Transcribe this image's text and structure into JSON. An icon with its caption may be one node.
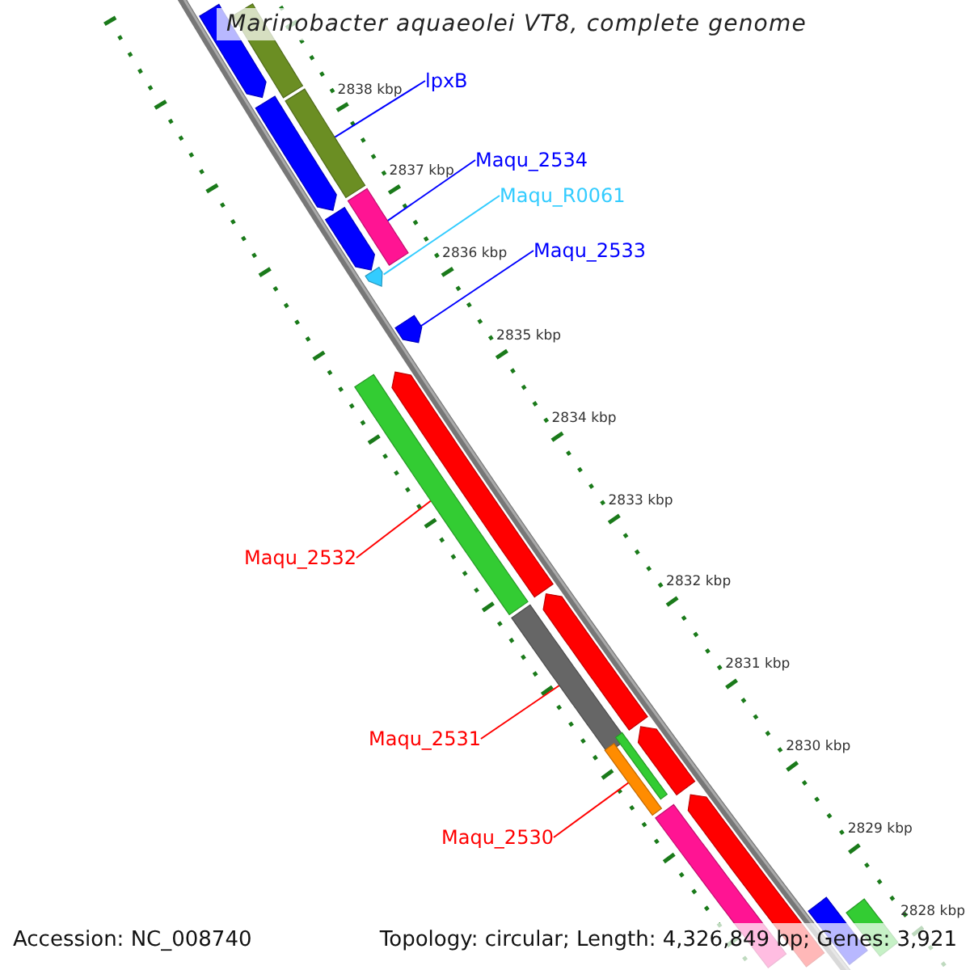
{
  "diagram": {
    "title": "Marinobacter aquaeolei VT8, complete genome",
    "nodes": [
      {
        "text": [
          "lpxB"
        ]
      },
      {
        "text": [],
        "shape": "bar"
      },
      {
        "text": [],
        "shape": "bar"
      },
      {
        "text": [],
        "shape": "bar"
      },
      {
        "text": [],
        "shape": "bar"
      },
      {
        "text": [
          "Maqu_2534"
        ]
      },
      {
        "text": [],
        "shape": "bar"
      },
      {
        "text": [],
        "shape": "bar"
      },
      {
        "text": [
          "Maqu_R0061"
        ]
      },
      {
        "text": [],
        "shape": "bar"
      },
      {
        "text": [
          "Maqu_2533"
        ]
      },
      {
        "text": [],
        "shape": "bar"
      },
      {
        "text": [],
        "shape": "bar"
      },
      {
        "text": [
          "Maqu_2532"
        ]
      },
      {
        "text": [],
        "shape": "bar"
      },
      {
        "text": [],
        "shape": "bar"
      },
      {
        "text": [
          "Maqu_2531"
        ]
      },
      {
        "text": [],
        "shape": "bar"
      },
      {
        "text": [],
        "shape": "bar"
      },
      {
        "text": [],
        "shape": "bar"
      },
      {
        "text": [
          "Maqu_2530"
        ]
      },
      {
        "text": [],
        "shape": "bar"
      },
      {
        "text": [],
        "shape": "bar"
      },
      {
        "text": [],
        "shape": "bar"
      },
      {
        "text": [],
        "shape": "bar"
      },
      {
        "text": [],
        "shape": "bar"
      }
    ],
    "edges": [
      {
        "from": 0,
        "to": 3,
        "arrow": "none",
        "color": "#0000ff"
      },
      {
        "from": 5,
        "to": 6,
        "arrow": "none",
        "color": "#0000ff"
      },
      {
        "from": 8,
        "to": 9,
        "arrow": "none",
        "color": "#33ccff"
      },
      {
        "from": 10,
        "to": 11,
        "arrow": "none",
        "color": "#0000ff"
      },
      {
        "from": 13,
        "to": 14,
        "arrow": "none",
        "color": "#ff0000"
      },
      {
        "from": 16,
        "to": 17,
        "arrow": "none",
        "color": "#ff0000"
      },
      {
        "from": 20,
        "to": 21,
        "arrow": "none",
        "color": "#ff0000"
      }
    ],
    "labels": [
      "2838 kbp",
      "2837 kbp",
      "2836 kbp",
      "2835 kbp",
      "2834 kbp",
      "2833 kbp",
      "2832 kbp",
      "2831 kbp",
      "2830 kbp",
      "2829 kbp",
      "2828 kbp",
      "Accession: NC_008740",
      "Topology: circular; Length: 4,326,849 bp; Genes: 3,921"
    ]
  }
}
